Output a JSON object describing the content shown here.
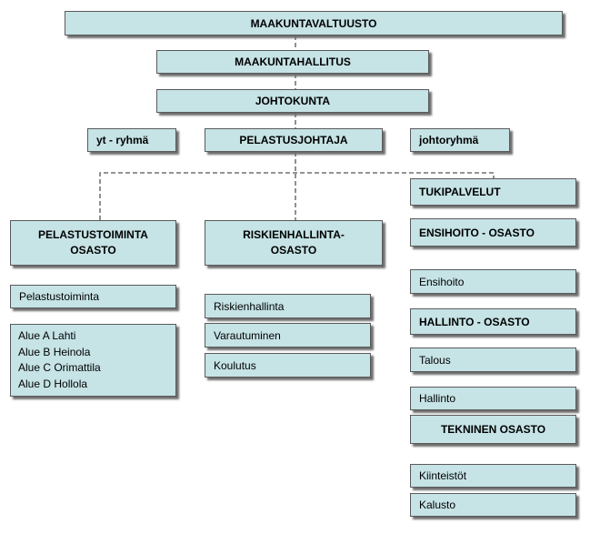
{
  "top": {
    "council": "MAAKUNTAVALTUUSTO",
    "board": "MAAKUNTAHALLITUS",
    "directorate": "JOHTOKUNTA",
    "chief": "PELASTUSJOHTAJA",
    "yt_group": "yt - ryhmä",
    "management_group": "johtoryhmä"
  },
  "rescue": {
    "title_line1": "PELASTUSTOIMINTA",
    "title_line2": "OSASTO",
    "unit": "Pelastustoiminta",
    "areas": [
      "Alue A Lahti",
      "Alue B Heinola",
      "Alue C Orimattila",
      "Alue D Hollola"
    ]
  },
  "risk": {
    "title_line1": "RISKIENHALLINTA-",
    "title_line2": "OSASTO",
    "units": [
      "Riskienhallinta",
      "Varautuminen",
      "Koulutus"
    ]
  },
  "support": {
    "title": "TUKIPALVELUT",
    "first_aid_dept": "ENSIHOITO - OSASTO",
    "first_aid": "Ensihoito",
    "admin_dept": "HALLINTO - OSASTO",
    "finance": "Talous",
    "admin": "Hallinto",
    "technical_dept": "TEKNINEN OSASTO",
    "properties": "Kiinteistöt",
    "equipment": "Kalusto"
  },
  "colors": {
    "box_fill": "#c6e3e6",
    "box_border": "#5a5a5a",
    "connector": "#555555"
  }
}
